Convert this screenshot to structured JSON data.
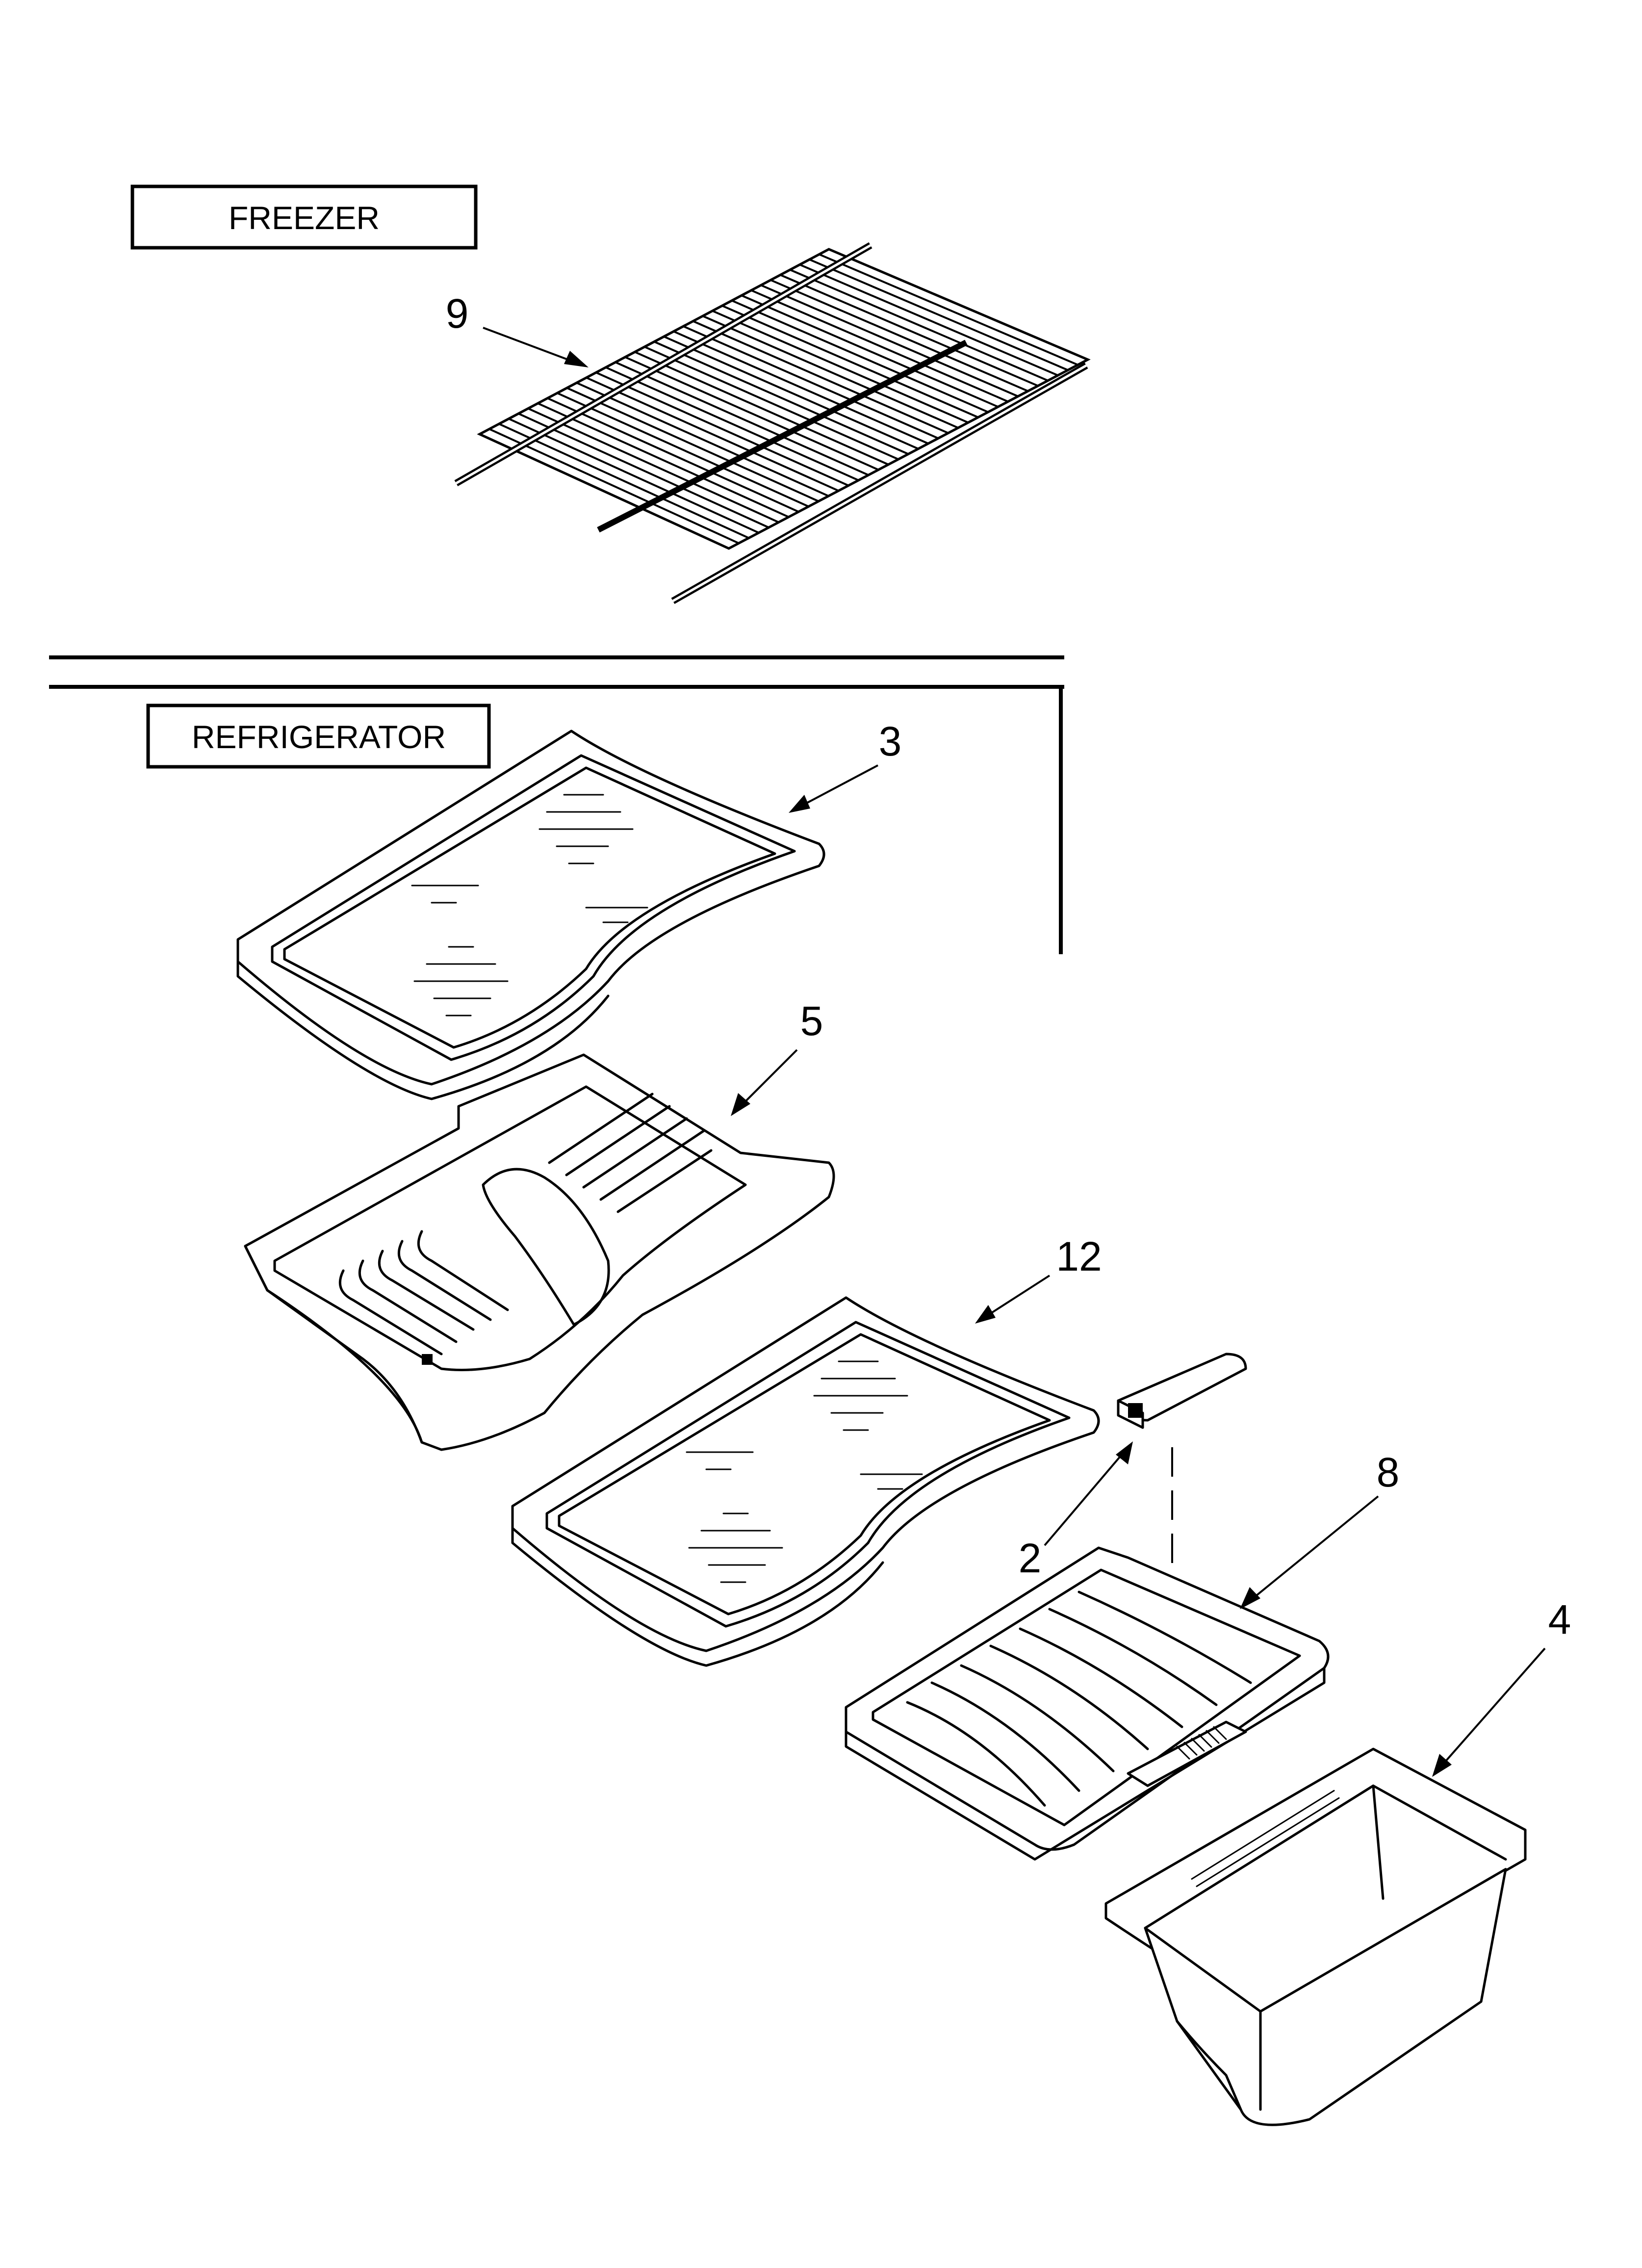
{
  "sections": {
    "freezer": "FREEZER",
    "refrigerator": "REFRIGERATOR"
  },
  "callouts": {
    "wire_shelf": "9",
    "shelf_upper": "3",
    "pan": "5",
    "shelf_lower": "12",
    "slider": "2",
    "crisper_cover": "8",
    "crisper": "4"
  }
}
